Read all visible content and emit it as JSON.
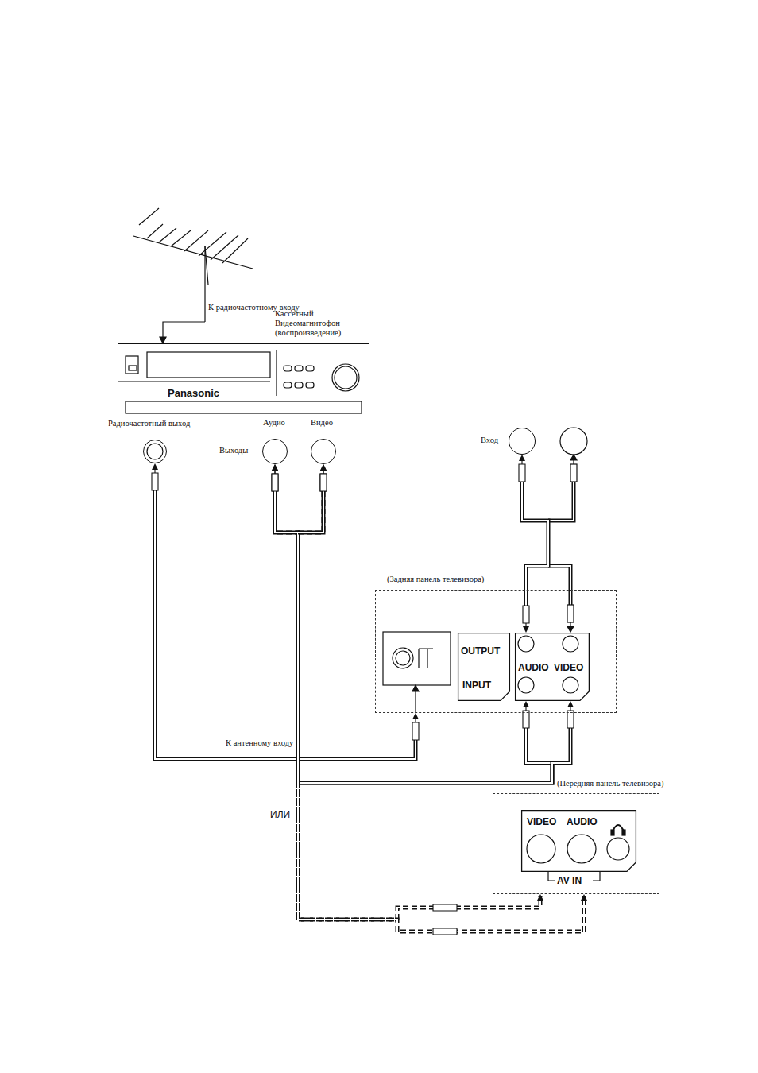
{
  "diagram": {
    "nodes": [
      {
        "text": [
          "Кассетный Видеомагнитофон (воспроизведение)",
          "Panasonic"
        ]
      },
      {
        "text": [
          "Радиочастотный выход"
        ]
      },
      {
        "text": [
          "Аудио"
        ]
      },
      {
        "text": [
          "Видео"
        ]
      },
      {
        "text": [
          "Вход"
        ]
      },
      {
        "text": [
          "(Задняя панель телевизора)"
        ]
      },
      {
        "text": [
          "OUTPUT",
          "INPUT"
        ],
        "in": 5
      },
      {
        "text": [
          "AUDIO",
          "VIDEO"
        ],
        "in": 5
      },
      {
        "text": [
          "(Передняя панель телевизора)"
        ]
      },
      {
        "text": [
          "VIDEO",
          "AUDIO",
          "AV IN"
        ],
        "in": 8
      }
    ],
    "edges": [
      {
        "from": 1,
        "to": 5,
        "arrow": "both",
        "label": "К антенному входу"
      },
      {
        "from": 2,
        "to": 7,
        "arrow": "both"
      },
      {
        "from": 3,
        "to": 7,
        "arrow": "both"
      },
      {
        "from": 2,
        "to": 8,
        "arrow": "both"
      },
      {
        "from": 3,
        "to": 8,
        "arrow": "both"
      },
      {
        "from": 4,
        "to": 7,
        "arrow": "both"
      }
    ],
    "labels": [
      "К радиочастотному входу",
      "Выходы",
      "ИЛИ"
    ]
  }
}
